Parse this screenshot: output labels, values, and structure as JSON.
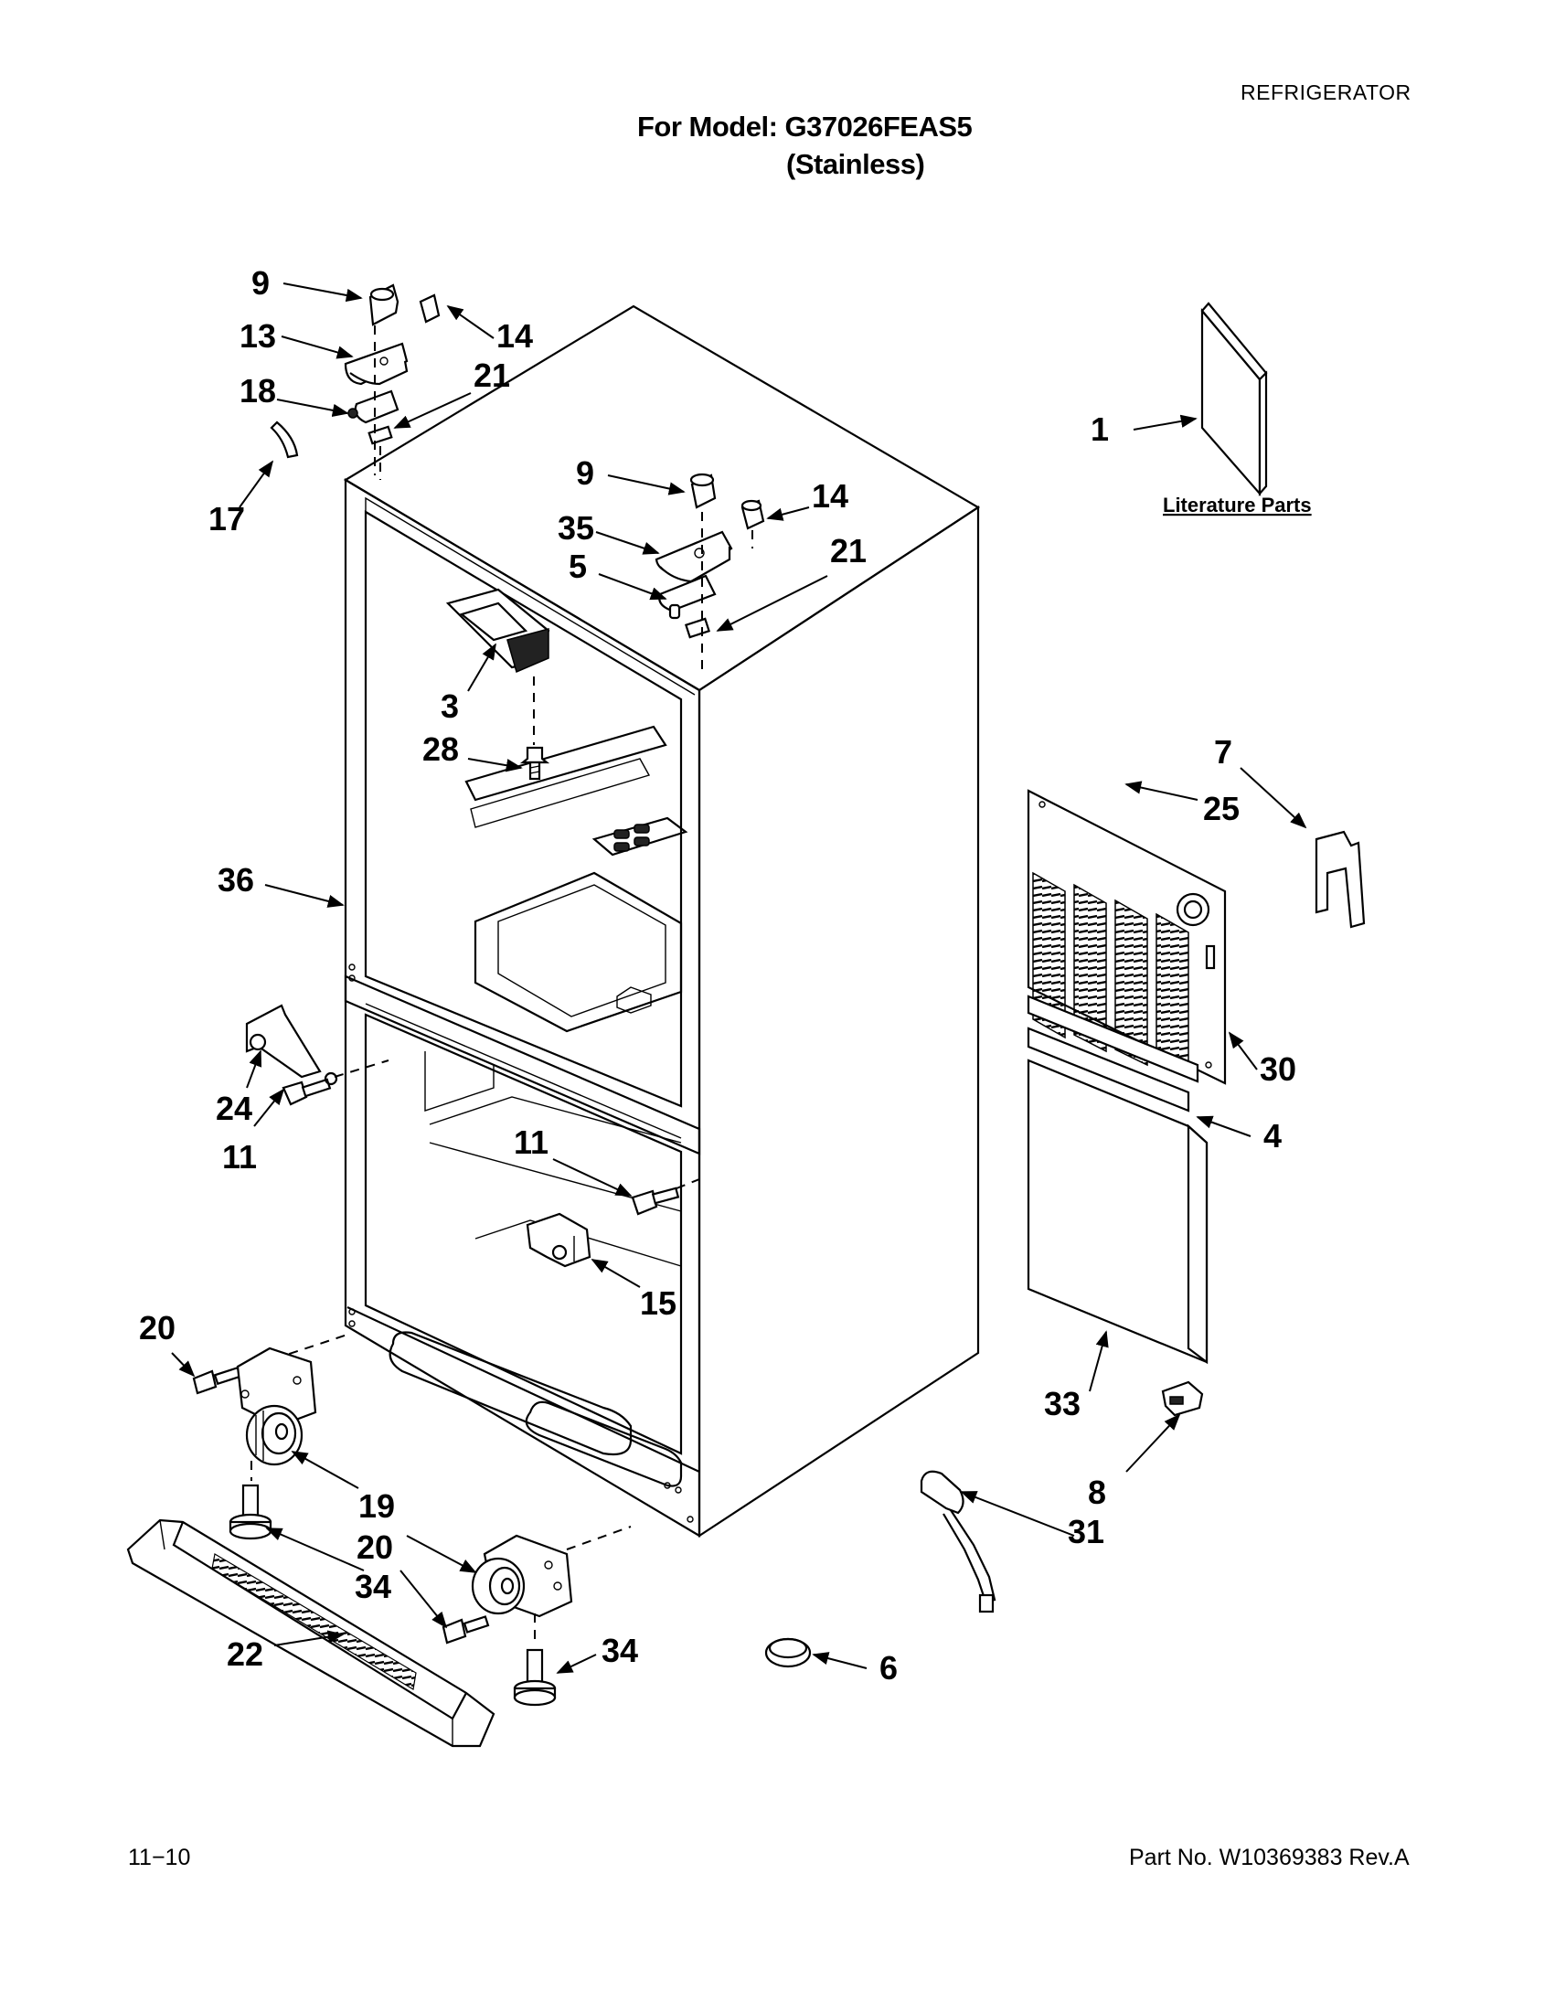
{
  "header": {
    "category": "REFRIGERATOR",
    "model_line": "For Model: G37026FEAS5",
    "finish": "(Stainless)"
  },
  "footer": {
    "date_code": "11−10",
    "part_number": "Part No. W10369383 Rev.A"
  },
  "literature_label": "Literature Parts",
  "callouts": {
    "n9a": "9",
    "n13": "13",
    "n14a": "14",
    "n18": "18",
    "n21a": "21",
    "n17": "17",
    "n9b": "9",
    "n14b": "14",
    "n35": "35",
    "n21b": "21",
    "n5": "5",
    "n1": "1",
    "n3": "3",
    "n28": "28",
    "n36": "36",
    "n7": "7",
    "n25": "25",
    "n30": "30",
    "n4": "4",
    "n24": "24",
    "n11a": "11",
    "n11b": "11",
    "n15": "15",
    "n20a": "20",
    "n19": "19",
    "n20b": "20",
    "n34a": "34",
    "n22": "22",
    "n34b": "34",
    "n6": "6",
    "n33": "33",
    "n8": "8",
    "n31": "31"
  }
}
